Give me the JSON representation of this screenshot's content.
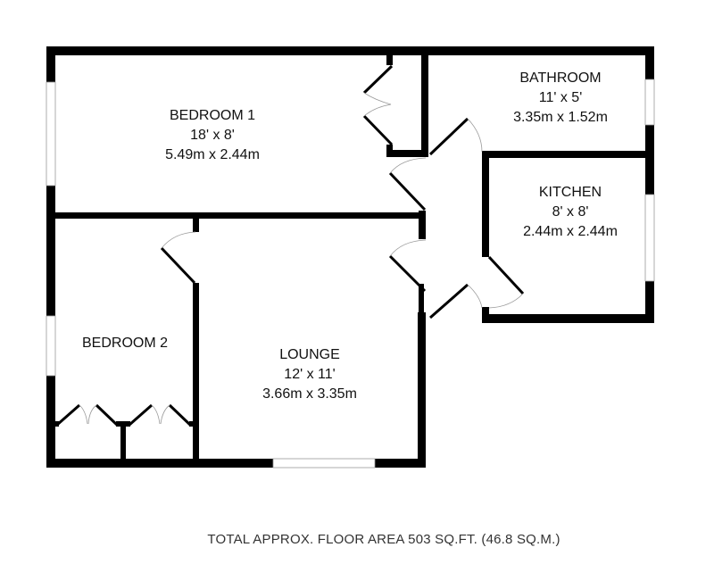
{
  "rooms": {
    "bedroom1": {
      "name": "BEDROOM 1",
      "imperial": "18' x 8'",
      "metric": "5.49m x 2.44m"
    },
    "bathroom": {
      "name": "BATHROOM",
      "imperial": "11' x 5'",
      "metric": "3.35m x 1.52m"
    },
    "kitchen": {
      "name": "KITCHEN",
      "imperial": "8' x 8'",
      "metric": "2.44m x 2.44m"
    },
    "bedroom2": {
      "name": "BEDROOM 2"
    },
    "lounge": {
      "name": "LOUNGE",
      "imperial": "12' x 11'",
      "metric": "3.66m x 3.35m"
    }
  },
  "footer": "TOTAL APPROX. FLOOR AREA 503 SQ.FT. (46.8 SQ.M.)"
}
